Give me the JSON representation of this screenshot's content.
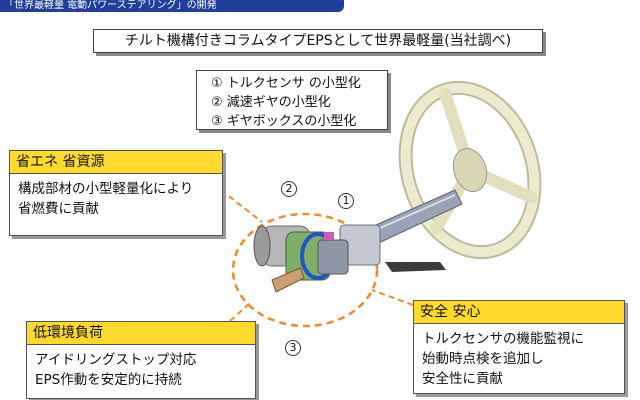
{
  "title_bar": "「世界最軽量 電動パワーステアリング」の開発",
  "headline": "チルト機構付きコラムタイプEPSとして世界最軽量(当社調べ)",
  "points": [
    "① トルクセンサ の小型化",
    "② 減速ギヤの小型化",
    "③ ギヤボックスの小型化"
  ],
  "callouts": {
    "resource": {
      "title": "省エネ 省資源",
      "lines": [
        "構成部材の小型軽量化により",
        "省燃費に貢献"
      ]
    },
    "environment": {
      "title": "低環境負荷",
      "lines": [
        "アイドリングストップ対応",
        "EPS作動を安定的に持続"
      ]
    },
    "safety": {
      "title": "安全 安心",
      "lines": [
        "トルクセンサの機能監視に",
        "始動時点検を追加し",
        "安全性に貢献"
      ]
    }
  },
  "markers": {
    "m1": "1",
    "m2": "2",
    "m3": "3"
  },
  "colors": {
    "header_fill": "#ffd92e",
    "dashed_ring": "#f08a2a",
    "title_bar": "#1f3f9a",
    "wheel": "#ecebcf"
  }
}
